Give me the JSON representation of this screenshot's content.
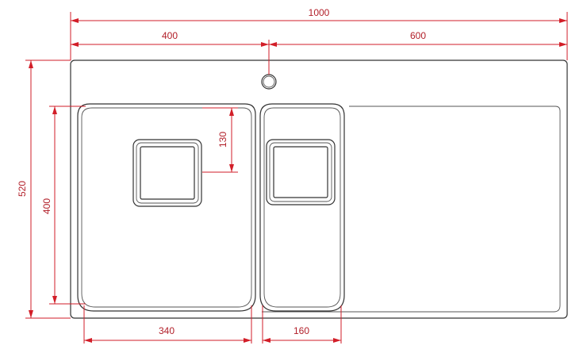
{
  "dimensions": {
    "total_width": "1000",
    "left_width": "400",
    "right_width": "600",
    "total_depth": "520",
    "bowl_depth": "400",
    "drain_offset": "130",
    "main_bowl_width": "340",
    "small_bowl_width": "160"
  },
  "colors": {
    "dimension_line": "#d21e28",
    "dimension_text": "#b2202a",
    "outline": "#333333"
  }
}
